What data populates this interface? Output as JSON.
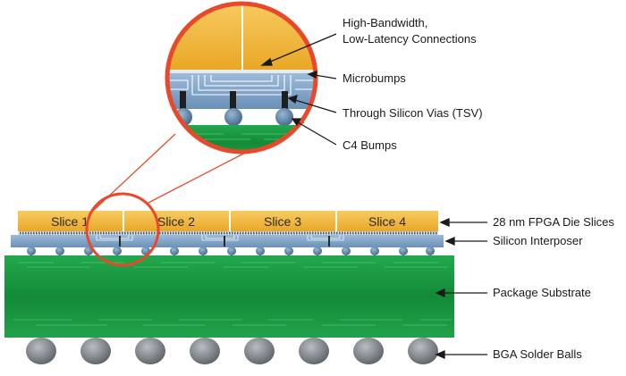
{
  "callouts": {
    "connections_line1": "High-Bandwidth,",
    "connections_line2": "Low-Latency Connections",
    "microbumps": "Microbumps",
    "tsv": "Through Silicon Vias (TSV)",
    "c4": "C4 Bumps"
  },
  "labels": {
    "fpga_slices": "28 nm FPGA Die Slices",
    "interposer": "Silicon Interposer",
    "substrate": "Package Substrate",
    "bga": "BGA Solder Balls"
  },
  "slices": [
    "Slice 1",
    "Slice 2",
    "Slice 3",
    "Slice 4"
  ],
  "colors": {
    "die": "#f2b83a",
    "interposer": "#7fa3c8",
    "substrate": "#1f9e46",
    "bump": "#5b7f9f",
    "ball": "#7d8388",
    "highlight": "#e8492a"
  }
}
